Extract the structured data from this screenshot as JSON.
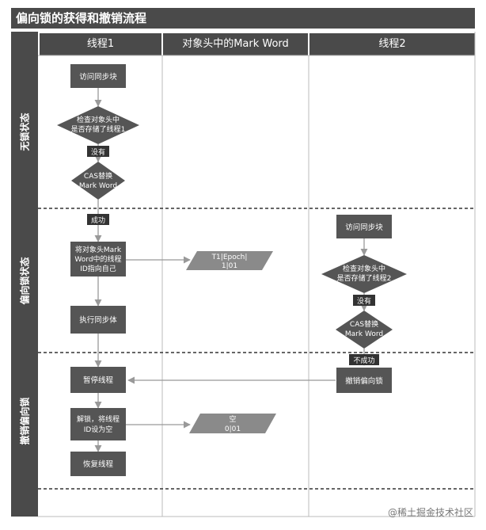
{
  "title": "偏向锁的获得和撤销流程",
  "columns": [
    "线程1",
    "对象头中的Mark Word",
    "线程2"
  ],
  "lanes": [
    "无锁状态",
    "偏向锁状态",
    "撤销偏向锁"
  ],
  "nodes": {
    "t1_access": "访问同步块",
    "t1_check_l1": "检查对象头中",
    "t1_check_l2": "是否存储了线程1",
    "t1_no": "没有",
    "t1_cas_l1": "CAS替换",
    "t1_cas_l2": "Mark Word",
    "t1_success": "成功",
    "t1_point_l1": "将对象头Mark",
    "t1_point_l2": "Word中的线程",
    "t1_point_l3": "ID指向自己",
    "mw_biased_l1": "T1|Epoch|",
    "mw_biased_l2": "1|01",
    "t1_exec": "执行同步体",
    "t1_pause": "暂停线程",
    "t1_unlock_l1": "解锁，将线程",
    "t1_unlock_l2": "ID设为空",
    "mw_empty_l1": "空",
    "mw_empty_l2": "0|01",
    "t1_resume": "恢复线程",
    "t2_access": "访问同步块",
    "t2_check_l1": "检查对象头中",
    "t2_check_l2": "是否存储了线程2",
    "t2_no": "没有",
    "t2_cas_l1": "CAS替换",
    "t2_cas_l2": "Mark Word",
    "t2_fail": "不成功",
    "t2_revoke": "撤销偏向锁"
  },
  "watermark": "@稀土掘金技术社区",
  "colors": {
    "header_bg": "#4a4a4a",
    "process_fill": "#555555",
    "data_fill": "#8a8a8a",
    "label_fill": "#333333",
    "line": "#999999"
  }
}
